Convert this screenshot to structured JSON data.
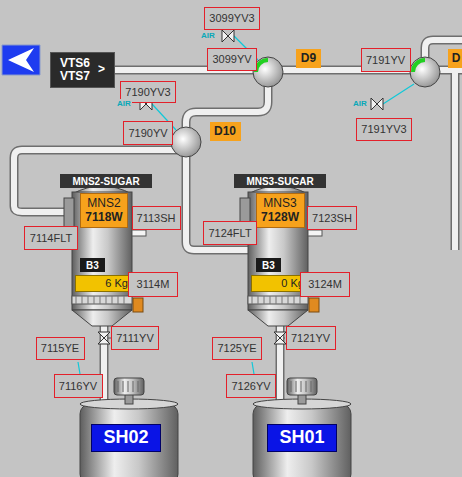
{
  "diagram": {
    "nodes": [
      {
        "text": [
          "VTS6 VTS7",
          ">"
        ]
      },
      {
        "text": [
          "3099YV3"
        ]
      },
      {
        "text": [
          "3099YV"
        ]
      },
      {
        "text": [
          "D9"
        ]
      },
      {
        "text": [
          "7191YV"
        ]
      },
      {
        "text": [
          "D"
        ]
      },
      {
        "text": [
          "7190YV3"
        ]
      },
      {
        "text": [
          "7191YV3"
        ]
      },
      {
        "text": [
          "7190YV"
        ]
      },
      {
        "text": [
          "D10"
        ]
      },
      {
        "text": [
          "MNS2-SUGAR"
        ]
      },
      {
        "text": [
          "MNS3-SUGAR"
        ]
      },
      {
        "text": [
          "MNS2",
          "7118W"
        ]
      },
      {
        "text": [
          "7113SH"
        ]
      },
      {
        "text": [
          "MNS3",
          "7128W"
        ]
      },
      {
        "text": [
          "7123SH"
        ]
      },
      {
        "text": [
          "7114FLT"
        ]
      },
      {
        "text": [
          "7124FLT"
        ]
      },
      {
        "text": [
          "B3"
        ]
      },
      {
        "text": [
          "B3"
        ]
      },
      {
        "text": [
          "6 Kg"
        ]
      },
      {
        "text": [
          "3114M"
        ]
      },
      {
        "text": [
          "0 Kg"
        ]
      },
      {
        "text": [
          "3124M"
        ]
      },
      {
        "text": [
          "7111YV"
        ]
      },
      {
        "text": [
          "7121YV"
        ]
      },
      {
        "text": [
          "7115YE"
        ]
      },
      {
        "text": [
          "7125YE"
        ]
      },
      {
        "text": [
          "7116YV"
        ]
      },
      {
        "text": [
          "7126YV"
        ]
      },
      {
        "text": [
          "SH02"
        ]
      },
      {
        "text": [
          "SH01"
        ]
      }
    ],
    "labels": [
      "AIR",
      "AIR",
      "AIR"
    ]
  }
}
